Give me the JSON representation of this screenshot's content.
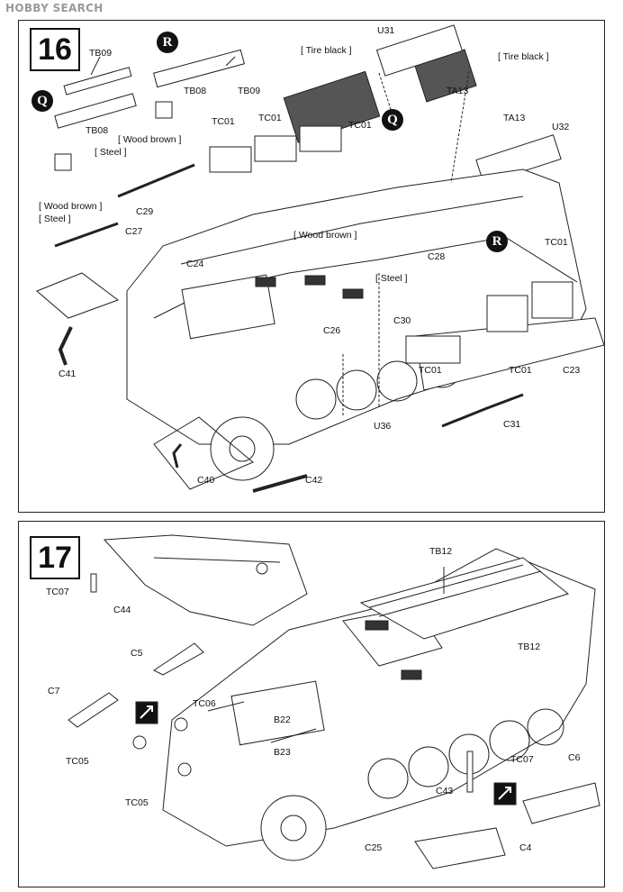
{
  "watermark": "HOBBY SEARCH",
  "step16": {
    "number": "16",
    "badges": [
      "Q",
      "R",
      "Q",
      "R"
    ],
    "paint": {
      "tire_black_1": "[ Tire black ]",
      "tire_black_2": "[ Tire black ]",
      "wood_brown_1": "[ Wood brown ]",
      "steel_1": "[ Steel ]",
      "wood_brown_2": "[ Wood brown ]",
      "steel_2": "[ Steel ]",
      "wood_brown_3": "[ Wood brown ]",
      "steel_3": "[ Steel ]"
    },
    "parts": {
      "tb09_a": "TB09",
      "tb08_a": "TB08",
      "tb08_b": "TB08",
      "tb09_b": "TB09",
      "u31": "U31",
      "ta13_a": "TA13",
      "ta13_b": "TA13",
      "u32": "U32",
      "tc01_a": "TC01",
      "tc01_b": "TC01",
      "tc01_c": "TC01",
      "tc01_d": "TC01",
      "tc01_e": "TC01",
      "tc01_f": "TC01",
      "c29": "C29",
      "c27": "C27",
      "c24": "C24",
      "c28": "C28",
      "c26": "C26",
      "c30": "C30",
      "c41": "C41",
      "c23": "C23",
      "c31": "C31",
      "u36": "U36",
      "c40": "C40",
      "c42": "C42"
    }
  },
  "step17": {
    "number": "17",
    "parts": {
      "tc07_a": "TC07",
      "c44": "C44",
      "tb12_a": "TB12",
      "tb12_b": "TB12",
      "c5": "C5",
      "c7": "C7",
      "tc06": "TC06",
      "b22": "B22",
      "b23": "B23",
      "tc05_a": "TC05",
      "tc05_b": "TC05",
      "tc07_b": "TC07",
      "c6": "C6",
      "c43": "C43",
      "c25": "C25",
      "c4": "C4"
    }
  }
}
